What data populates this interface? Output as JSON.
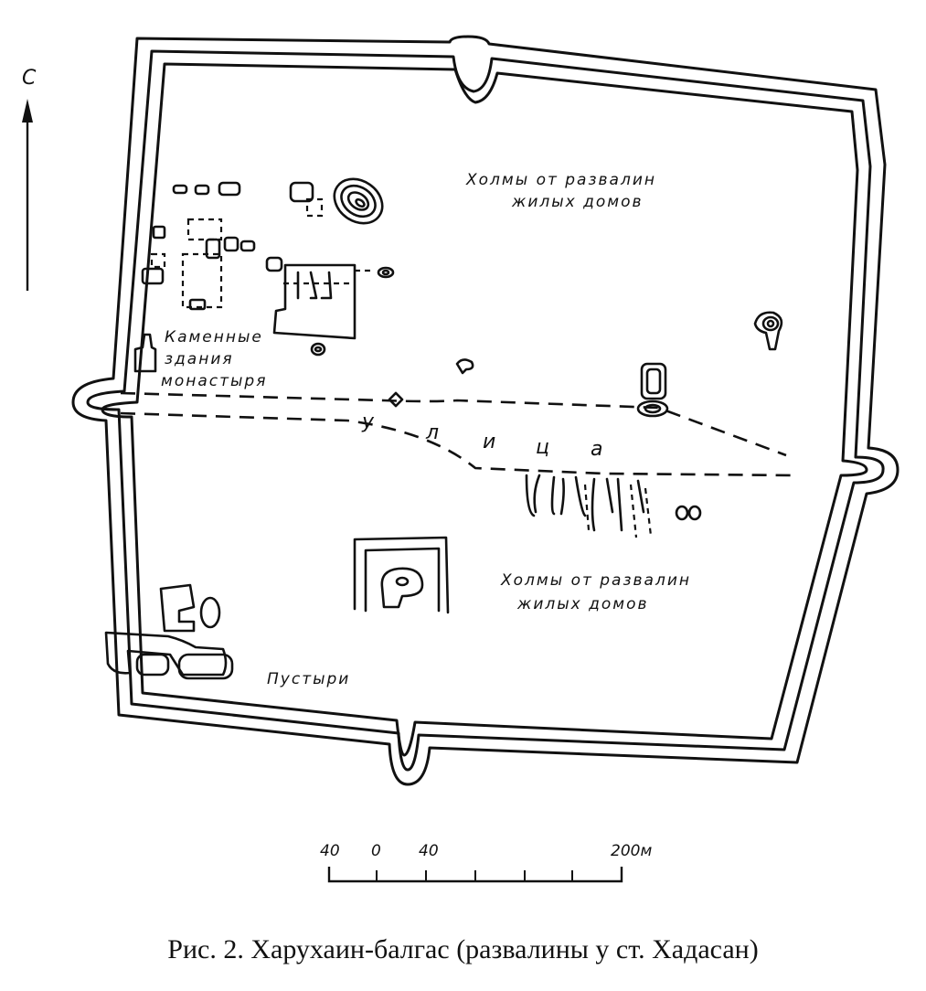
{
  "north_label": "С",
  "labels": {
    "mounds_north_line1": "Холмы от развалин",
    "mounds_north_line2": "жилых домов",
    "stone_line1": "Каменные",
    "stone_line2": "здания",
    "stone_line3": "монастыря",
    "street_letters": [
      "у",
      "л",
      "и",
      "ц",
      "а"
    ],
    "mounds_south_line1": "Холмы от развалин",
    "mounds_south_line2": "жилых домов",
    "wasteland": "Пустыри"
  },
  "scale": {
    "ticks": [
      "40",
      "0",
      "40",
      "200м"
    ]
  },
  "caption": "Рис. 2. Харухаин-балгас (развалины у ст. Хадасан)"
}
